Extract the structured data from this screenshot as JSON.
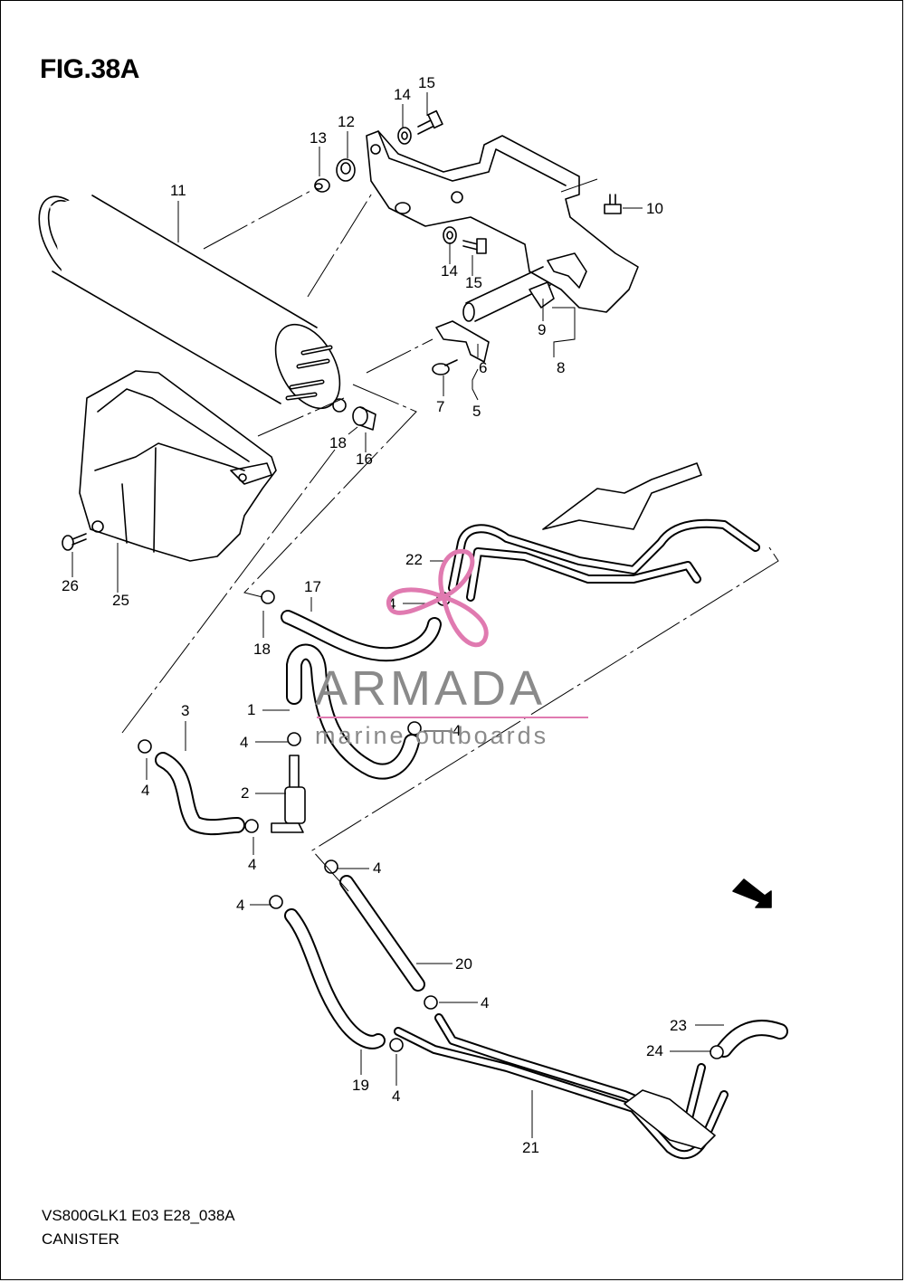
{
  "figure": {
    "title": "FIG.38A",
    "drawing_code": "VS800GLK1 E03 E28_038A",
    "caption": "CANISTER"
  },
  "watermark": {
    "brand": "ARMADA",
    "tagline": "marine outboards",
    "color_primary": "#8a8a8a",
    "color_accent": "#e07ab0"
  },
  "direction_badge": {
    "label": "FWD",
    "icon": "fwd-arrow-icon"
  },
  "callouts": [
    {
      "id": "c1",
      "number": "1"
    },
    {
      "id": "c2",
      "number": "2"
    },
    {
      "id": "c3",
      "number": "3"
    },
    {
      "id": "c4a",
      "number": "4"
    },
    {
      "id": "c4b",
      "number": "4"
    },
    {
      "id": "c4c",
      "number": "4"
    },
    {
      "id": "c4d",
      "number": "4"
    },
    {
      "id": "c4e",
      "number": "4"
    },
    {
      "id": "c4f",
      "number": "4"
    },
    {
      "id": "c4g",
      "number": "4"
    },
    {
      "id": "c4h",
      "number": "4"
    },
    {
      "id": "c4i",
      "number": "4"
    },
    {
      "id": "c5",
      "number": "5"
    },
    {
      "id": "c6",
      "number": "6"
    },
    {
      "id": "c7",
      "number": "7"
    },
    {
      "id": "c8",
      "number": "8"
    },
    {
      "id": "c9",
      "number": "9"
    },
    {
      "id": "c10",
      "number": "10"
    },
    {
      "id": "c11",
      "number": "11"
    },
    {
      "id": "c12",
      "number": "12"
    },
    {
      "id": "c13",
      "number": "13"
    },
    {
      "id": "c14a",
      "number": "14"
    },
    {
      "id": "c14b",
      "number": "14"
    },
    {
      "id": "c15a",
      "number": "15"
    },
    {
      "id": "c15b",
      "number": "15"
    },
    {
      "id": "c16",
      "number": "16"
    },
    {
      "id": "c17",
      "number": "17"
    },
    {
      "id": "c18a",
      "number": "18"
    },
    {
      "id": "c18b",
      "number": "18"
    },
    {
      "id": "c19",
      "number": "19"
    },
    {
      "id": "c20",
      "number": "20"
    },
    {
      "id": "c21",
      "number": "21"
    },
    {
      "id": "c22",
      "number": "22"
    },
    {
      "id": "c23",
      "number": "23"
    },
    {
      "id": "c24",
      "number": "24"
    },
    {
      "id": "c25",
      "number": "25"
    },
    {
      "id": "c26",
      "number": "26"
    }
  ]
}
